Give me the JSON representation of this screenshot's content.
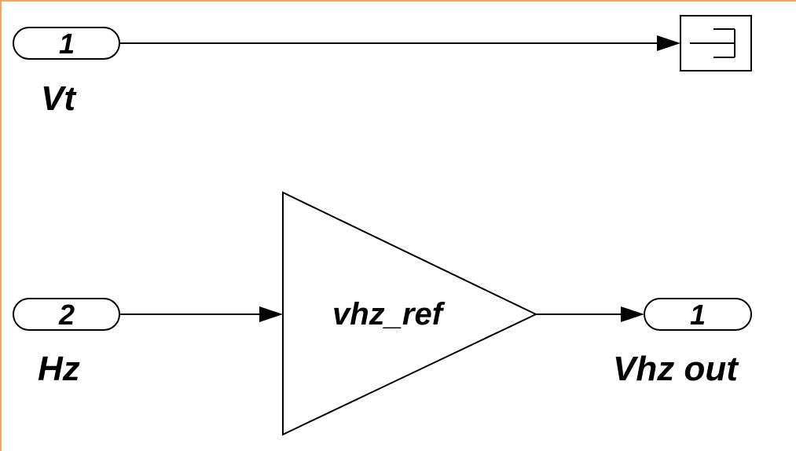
{
  "diagram": {
    "inports": [
      {
        "number": "1",
        "name": "Vt"
      },
      {
        "number": "2",
        "name": "Hz"
      }
    ],
    "gain": {
      "parameter": "vhz_ref"
    },
    "outport": {
      "number": "1",
      "name": "Vhz out"
    },
    "colors": {
      "frame_border": "#f0a36a",
      "lines": "#000000",
      "background": "#ffffff"
    }
  }
}
